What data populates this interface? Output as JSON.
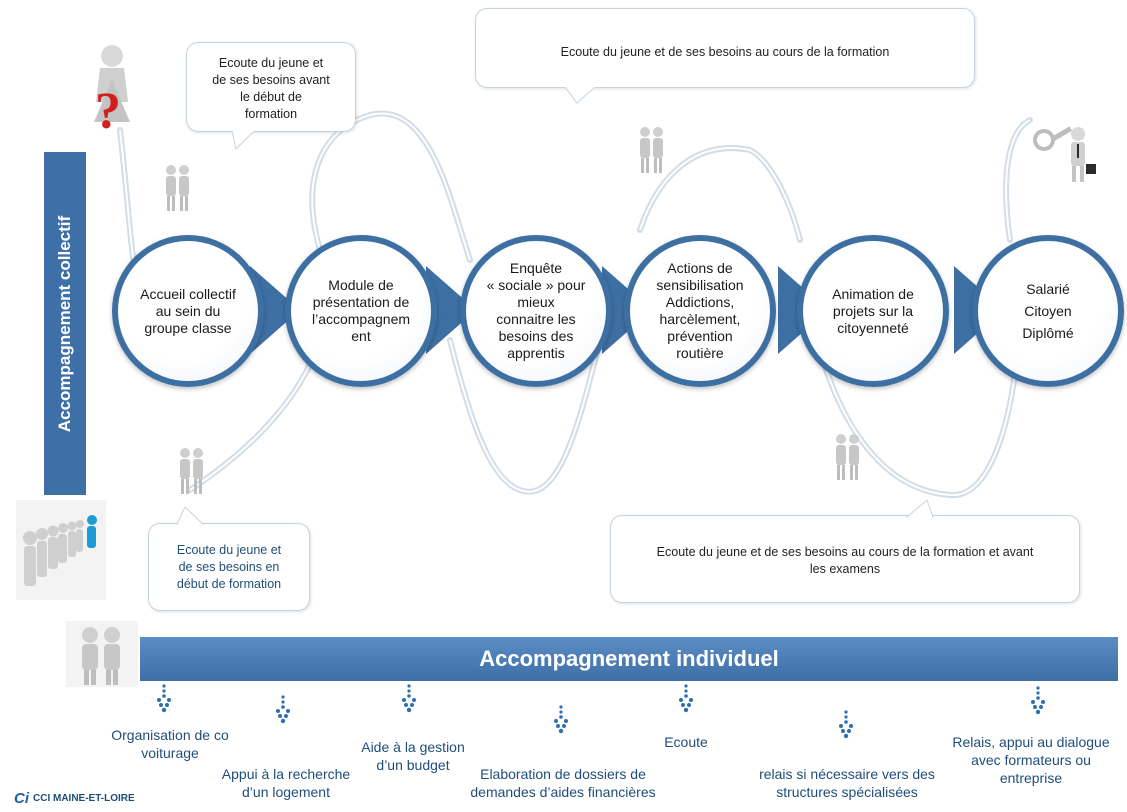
{
  "left_bar": {
    "label": "Accompagnement collectif"
  },
  "bottom_bar": {
    "label": "Accompagnement individuel"
  },
  "bubbles": {
    "top_left": "Ecoute du jeune et\nde ses besoins avant\nle début de\nformation",
    "top_center": "Ecoute du jeune et de ses besoins au cours de la formation",
    "bottom_left": "Ecoute du jeune et\nde ses besoins en\ndébut de formation",
    "bottom_right": "Ecoute du jeune et de ses besoins au cours de la formation et avant\nles examens"
  },
  "steps": [
    "Accueil collectif\nau sein du\ngroupe classe",
    "Module de\nprésentation de\nl’accompagnem\nent",
    "Enquête\n« sociale » pour\nmieux\nconnaitre les\nbesoins des\napprentis",
    "Actions de\nsensibilisation\nAddictions,\nharcèlement,\nprévention\nroutière",
    "Animation de\nprojets sur la\ncitoyenneté",
    "Salarié\nCitoyen\nDiplômé"
  ],
  "actions": [
    "Organisation de co\nvoiturage",
    "Appui à la recherche\nd’un logement",
    "Aide à la gestion\nd’un budget",
    "Elaboration de dossiers de\ndemandes d’aides financières",
    "Ecoute",
    "relais si nécessaire vers des\nstructures spécialisées",
    "Relais, appui au dialogue\navec formateurs ou\nentreprise"
  ],
  "logo": {
    "text": "CCI MAINE-ET-LOIRE",
    "mark": "Ci"
  },
  "colors": {
    "primary": "#3f6fa7",
    "ring": "#3e6fa3",
    "action_text": "#1f4e79",
    "dot": "#2f6fb0"
  }
}
